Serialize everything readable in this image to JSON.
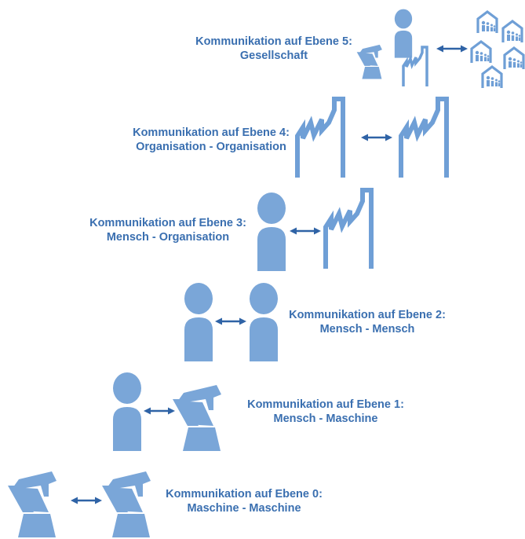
{
  "colors": {
    "icon_fill": "#7aa6d8",
    "icon_stroke": "#6f9fd6",
    "arrow": "#2f63a6",
    "text": "#3a6fb0"
  },
  "levels": [
    {
      "level": 5,
      "line1": "Kommunikation auf Ebene 5:",
      "line2": "Gesellschaft",
      "left_icon": "robot-and-person-and-factory",
      "right_icon": "house-cluster-icon"
    },
    {
      "level": 4,
      "line1": "Kommunikation auf Ebene 4:",
      "line2": "Organisation - Organisation",
      "left_icon": "factory-icon",
      "right_icon": "factory-icon"
    },
    {
      "level": 3,
      "line1": "Kommunikation auf Ebene 3:",
      "line2": "Mensch - Organisation",
      "left_icon": "person-icon",
      "right_icon": "factory-icon"
    },
    {
      "level": 2,
      "line1": "Kommunikation auf Ebene 2:",
      "line2": "Mensch - Mensch",
      "left_icon": "person-icon",
      "right_icon": "person-icon"
    },
    {
      "level": 1,
      "line1": "Kommunikation auf Ebene 1:",
      "line2": "Mensch - Maschine",
      "left_icon": "person-icon",
      "right_icon": "robot-arm-icon"
    },
    {
      "level": 0,
      "line1": "Kommunikation auf Ebene 0:",
      "line2": "Maschine - Maschine",
      "left_icon": "robot-arm-icon",
      "right_icon": "robot-arm-icon"
    }
  ]
}
